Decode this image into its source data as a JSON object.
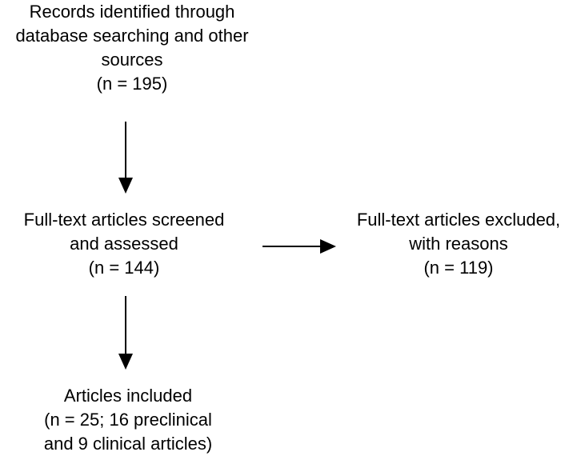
{
  "flowchart": {
    "records": {
      "line1": "Records identified through",
      "line2": "database searching and other",
      "line3": "sources",
      "line4": "(n = 195)"
    },
    "screened": {
      "line1": "Full-text articles screened",
      "line2": "and assessed",
      "line3": "(n = 144)"
    },
    "excluded": {
      "line1": "Full-text articles excluded,",
      "line2": "with reasons",
      "line3": "(n = 119)"
    },
    "included": {
      "line1": "Articles included",
      "line2": "(n = 25; 16 preclinical",
      "line3": "and 9 clinical articles)"
    }
  }
}
